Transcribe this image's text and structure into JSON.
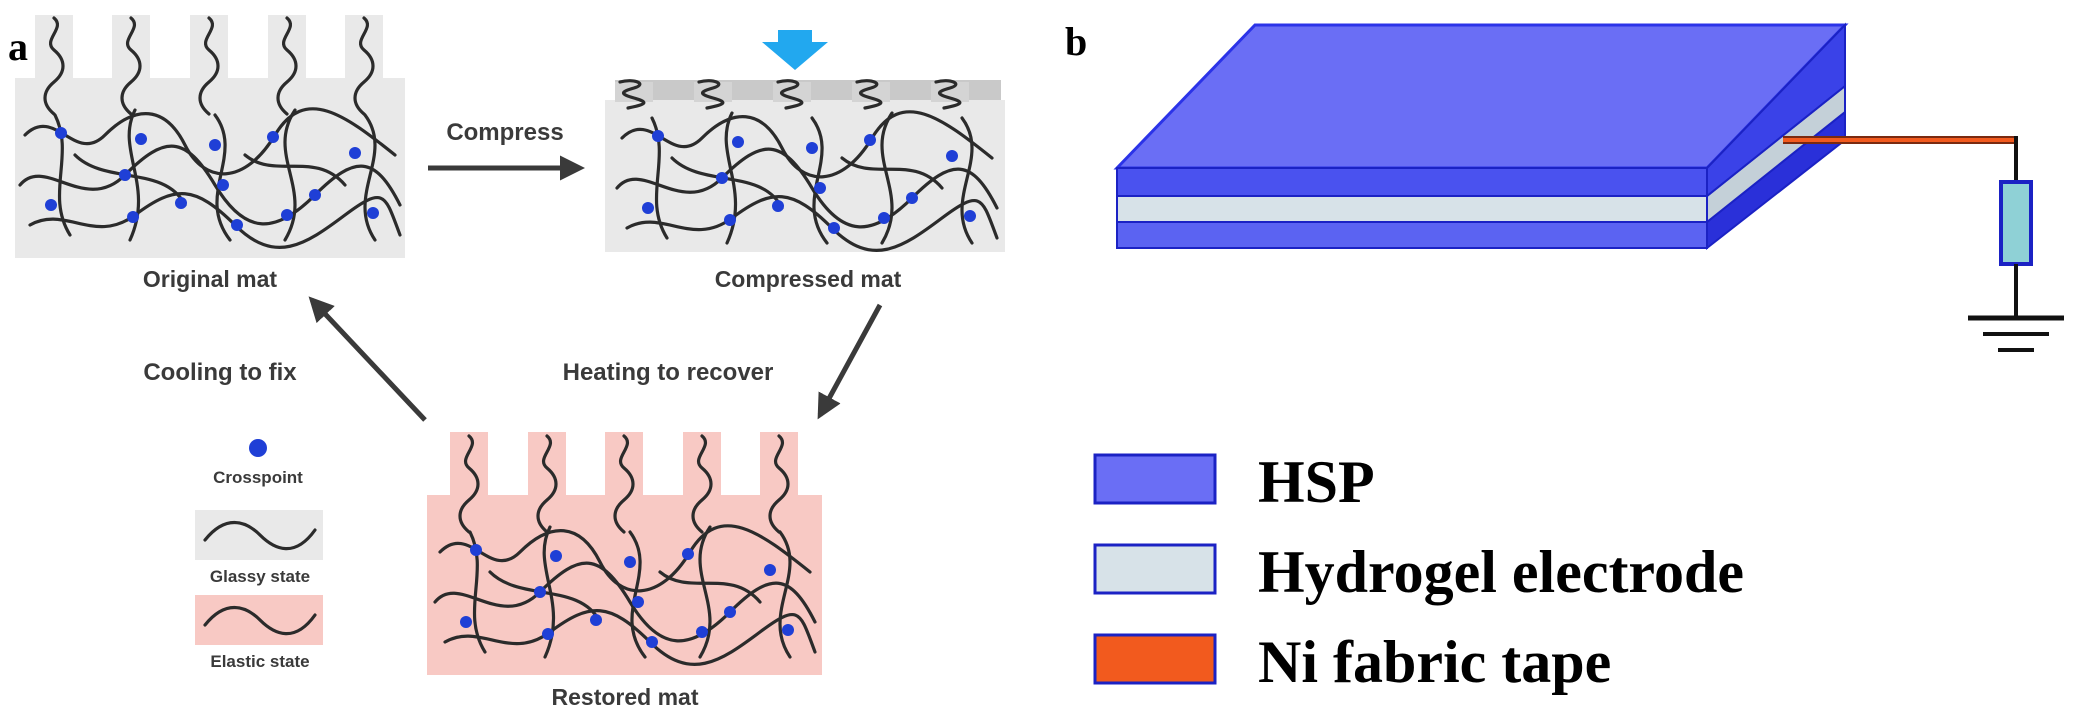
{
  "panel_a": {
    "label": "a",
    "original_mat": "Original mat",
    "compressed_mat": "Compressed mat",
    "restored_mat": "Restored mat",
    "compress": "Compress",
    "heating": "Heating to recover",
    "cooling": "Cooling to fix",
    "legend": {
      "crosspoint": "Crosspoint",
      "glassy": "Glassy state",
      "elastic": "Elastic state"
    }
  },
  "panel_b": {
    "label": "b",
    "legend": {
      "hsp": "HSP",
      "hydrogel": "Hydrogel electrode",
      "ni_tape": "Ni fabric tape"
    }
  },
  "colors": {
    "glassy_gray": "#e9e9e9",
    "elastic_pink": "#f8c9c4",
    "crosspoint_blue": "#1f3fd6",
    "hsp_blue": "#6a6ef5",
    "hydrogel_gray": "#d7e2e8",
    "ni_orange": "#f25a1e",
    "arrow_blue": "#22a8ef"
  }
}
